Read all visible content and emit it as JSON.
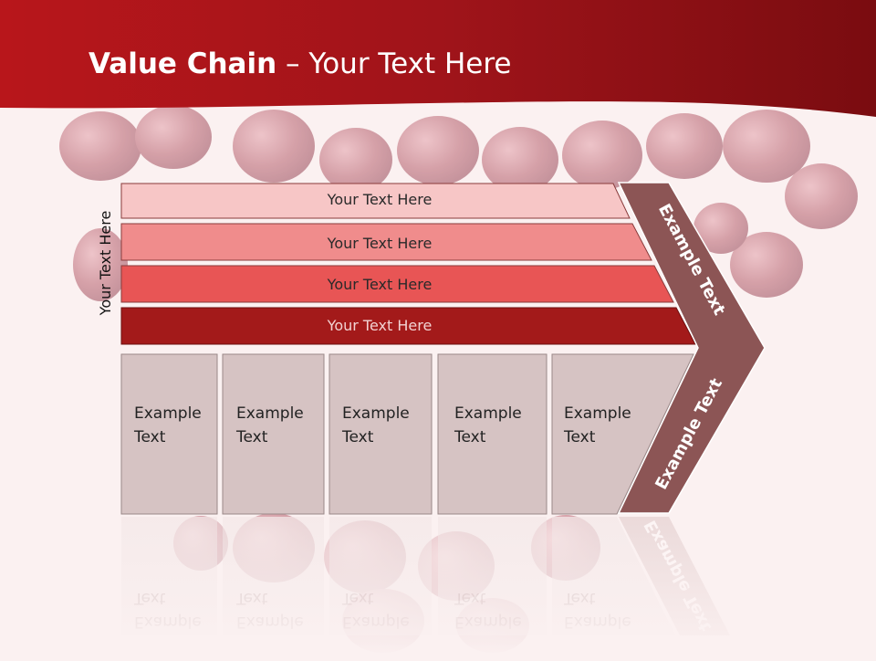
{
  "title": {
    "bold": "Value Chain",
    "rest": " – Your Text Here"
  },
  "side_label": "Your Text Here",
  "bars": [
    {
      "label": "Your Text Here",
      "color": "#f7c6c6"
    },
    {
      "label": "Your Text Here",
      "color": "#f08c8c"
    },
    {
      "label": "Your Text Here",
      "color": "#e85555"
    },
    {
      "label": "Your Text Here",
      "color": "#a31a1a"
    }
  ],
  "boxes": [
    {
      "line1": "Example",
      "line2": "Text"
    },
    {
      "line1": "Example",
      "line2": "Text"
    },
    {
      "line1": "Example",
      "line2": "Text"
    },
    {
      "line1": "Example",
      "line2": "Text"
    },
    {
      "line1": "Example",
      "line2": "Text"
    }
  ],
  "chevron": {
    "top_label": "Example Text",
    "bottom_label": "Example Text",
    "color": "#8c5555"
  },
  "colors": {
    "header": "#9a1518",
    "background": "#fbf1f1",
    "box_fill": "#d6c3c3"
  }
}
